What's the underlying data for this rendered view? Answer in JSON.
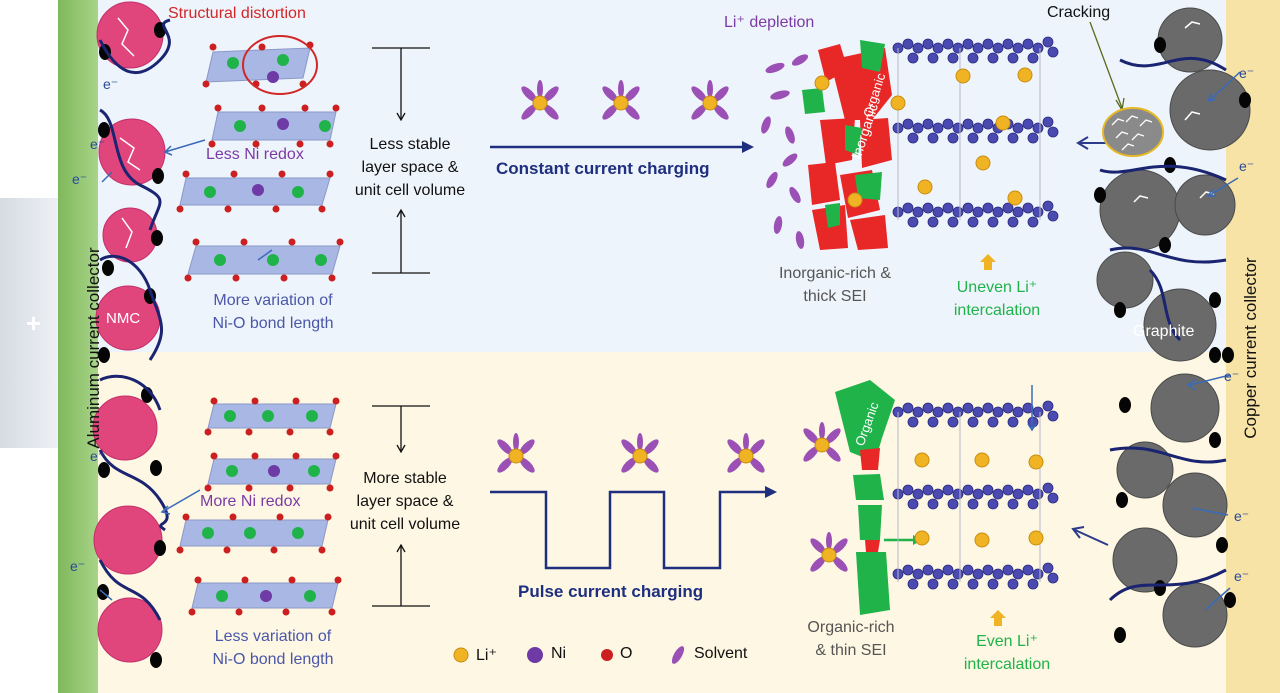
{
  "colors": {
    "top_panel": "#eef4fb",
    "bottom_panel": "#fdf7e3",
    "aluminum": "#8fc46c",
    "copper": "#f6e3a5",
    "nmc": "#e0457c",
    "graphite": "#6a6a6a",
    "ni": "#6d3aa6",
    "oxygen": "#cc1f1f",
    "li": "#f0b323",
    "solvent": "#9b50b5",
    "inorganic": "#e82727",
    "organic": "#1fb34a",
    "arrow_navy": "#1f2f80",
    "slab": "#a9b7e4"
  },
  "aluminum_label": "Aluminum current collector",
  "copper_label": "Copper current collector",
  "plus_sign": "+",
  "electron": "e⁻",
  "nmc_label": "NMC",
  "graphite_label": "Graphite",
  "cracking_label": "Cracking",
  "top": {
    "distortion": "Structural distortion",
    "ni_redox": "Less Ni redox",
    "stability": [
      "Less stable",
      "layer space &",
      "unit cell volume"
    ],
    "bond": [
      "More variation of",
      "Ni-O bond length"
    ],
    "charging": "Constant current charging",
    "li_depletion": "Li⁺ depletion",
    "inorganic": "Inorganic",
    "organic": "Organic",
    "sei": [
      "Inorganic-rich &",
      "thick SEI"
    ],
    "intercalation": [
      "Uneven Li⁺",
      "intercalation"
    ]
  },
  "bottom": {
    "ni_redox": "More Ni redox",
    "stability": [
      "More stable",
      "layer space &",
      "unit cell volume"
    ],
    "bond": [
      "Less variation of",
      "Ni-O bond length"
    ],
    "charging": "Pulse current charging",
    "organic": "Organic",
    "sei": [
      "Organic-rich",
      "& thin SEI"
    ],
    "intercalation": [
      "Even Li⁺",
      "intercalation"
    ]
  },
  "legend": [
    {
      "symbol": "li",
      "label": "Li⁺"
    },
    {
      "symbol": "ni",
      "label": "Ni"
    },
    {
      "symbol": "o",
      "label": "O"
    },
    {
      "symbol": "solvent",
      "label": "Solvent"
    }
  ]
}
